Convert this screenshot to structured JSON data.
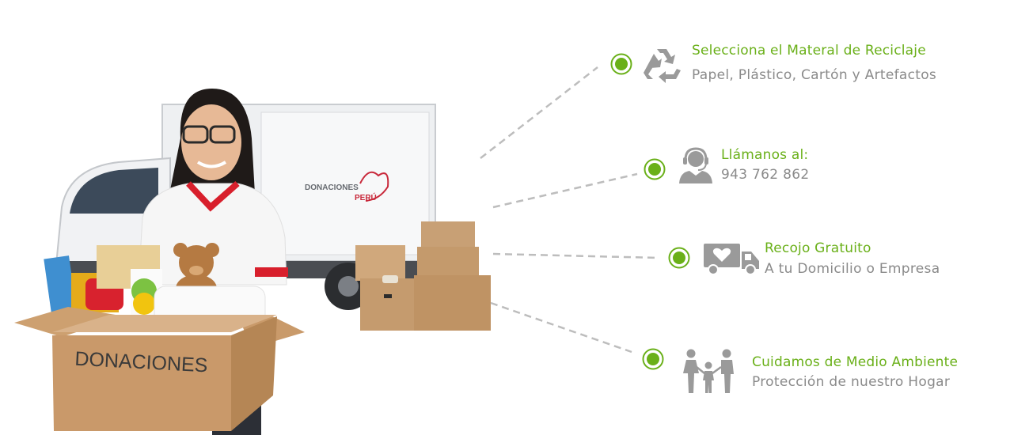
{
  "theme": {
    "accent": "#6ab019",
    "text_gray": "#8a8a8a",
    "icon_gray": "#9a9a9a",
    "line_gray": "#bdbdbd"
  },
  "illustration": {
    "box_label": "DONACIONES",
    "truck_brand_top": "DONACIONES",
    "truck_brand_bottom": "PERÚ"
  },
  "features": [
    {
      "icon": "recycle-icon",
      "title": "Selecciona el Materal de Reciclaje",
      "subtitle": "Papel, Plástico, Cartón y Artefactos"
    },
    {
      "icon": "headset-agent-icon",
      "title": "Llámanos al:",
      "subtitle": "943 762 862"
    },
    {
      "icon": "delivery-truck-heart-icon",
      "title": "Recojo Gratuito",
      "subtitle": "A tu Domicilio o Empresa"
    },
    {
      "icon": "family-icon",
      "title": "Cuidamos de Medio Ambiente",
      "subtitle": "Protección de nuestro Hogar"
    }
  ]
}
